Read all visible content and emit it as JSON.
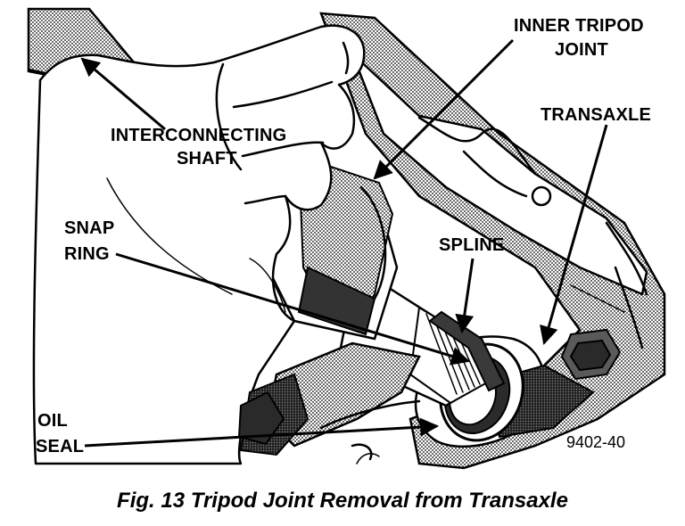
{
  "labels": {
    "inner_tripod_line1": "INNER TRIPOD",
    "inner_tripod_line2": "JOINT",
    "transaxle": "TRANSAXLE",
    "interconnecting_line1": "INTERCONNECTING",
    "interconnecting_line2": "SHAFT",
    "snap_line1": "SNAP",
    "snap_line2": "RING",
    "spline": "SPLINE",
    "oil_line1": "OIL",
    "oil_line2": "SEAL",
    "reference_number": "9402-40"
  },
  "caption": "Fig. 13 Tripod Joint Removal from Transaxle"
}
